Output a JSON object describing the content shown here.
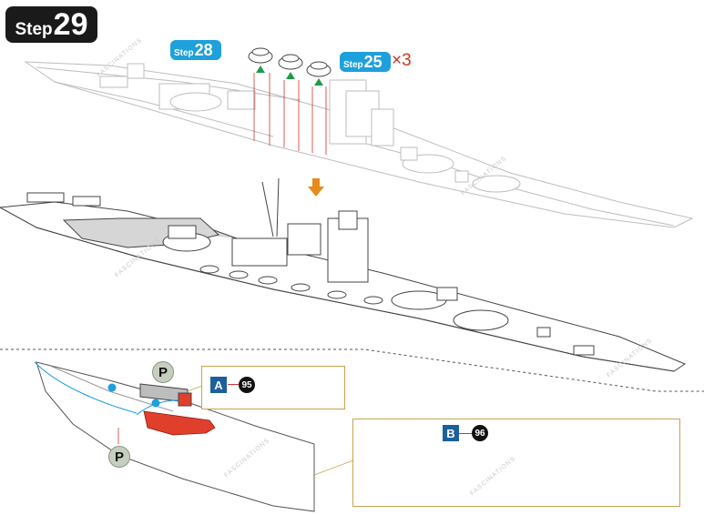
{
  "step": {
    "word": "Step",
    "number": "29"
  },
  "callouts": [
    {
      "word": "Step",
      "number": "28"
    },
    {
      "word": "Step",
      "number": "25"
    }
  ],
  "multiplier": "×3",
  "p_label": "P",
  "parts": [
    {
      "letter": "A",
      "number": "95"
    },
    {
      "letter": "B",
      "number": "96"
    }
  ],
  "watermark": "FASCINATIONS",
  "colors": {
    "blue_callout": "#1ea0dc",
    "part_letter_bg": "#1c5f9c",
    "highlight_red": "#e0402b",
    "arrow_orange": "#e88a1a",
    "arrow_green": "#1e9a4a",
    "frame_gold": "#c8a34e"
  }
}
